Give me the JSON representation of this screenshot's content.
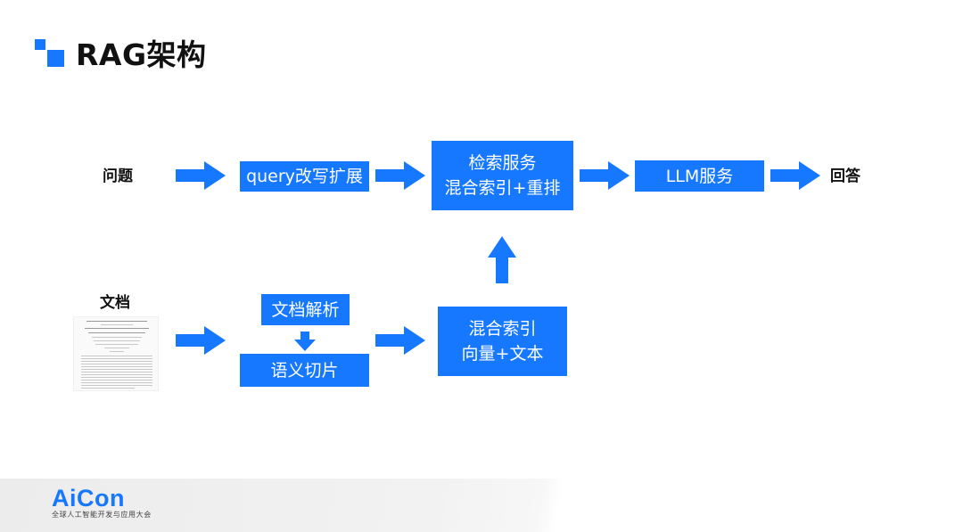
{
  "header": {
    "title": "RAG架构"
  },
  "diagram": {
    "nodes": {
      "question": "问题",
      "query_expand": "query改写扩展",
      "retrieval_line1": "检索服务",
      "retrieval_line2": "混合索引+重排",
      "llm": "LLM服务",
      "answer": "回答",
      "document": "文档",
      "doc_parse": "文档解析",
      "semantic_chunk": "语义切片",
      "hybrid_index_line1": "混合索引",
      "hybrid_index_line2": "向量+文本"
    },
    "colors": {
      "node_fill": "#1677ff",
      "node_text": "#ffffff"
    }
  },
  "footer": {
    "logo": "AiCon",
    "logo_subtitle": "全球人工智能开发与应用大会"
  }
}
